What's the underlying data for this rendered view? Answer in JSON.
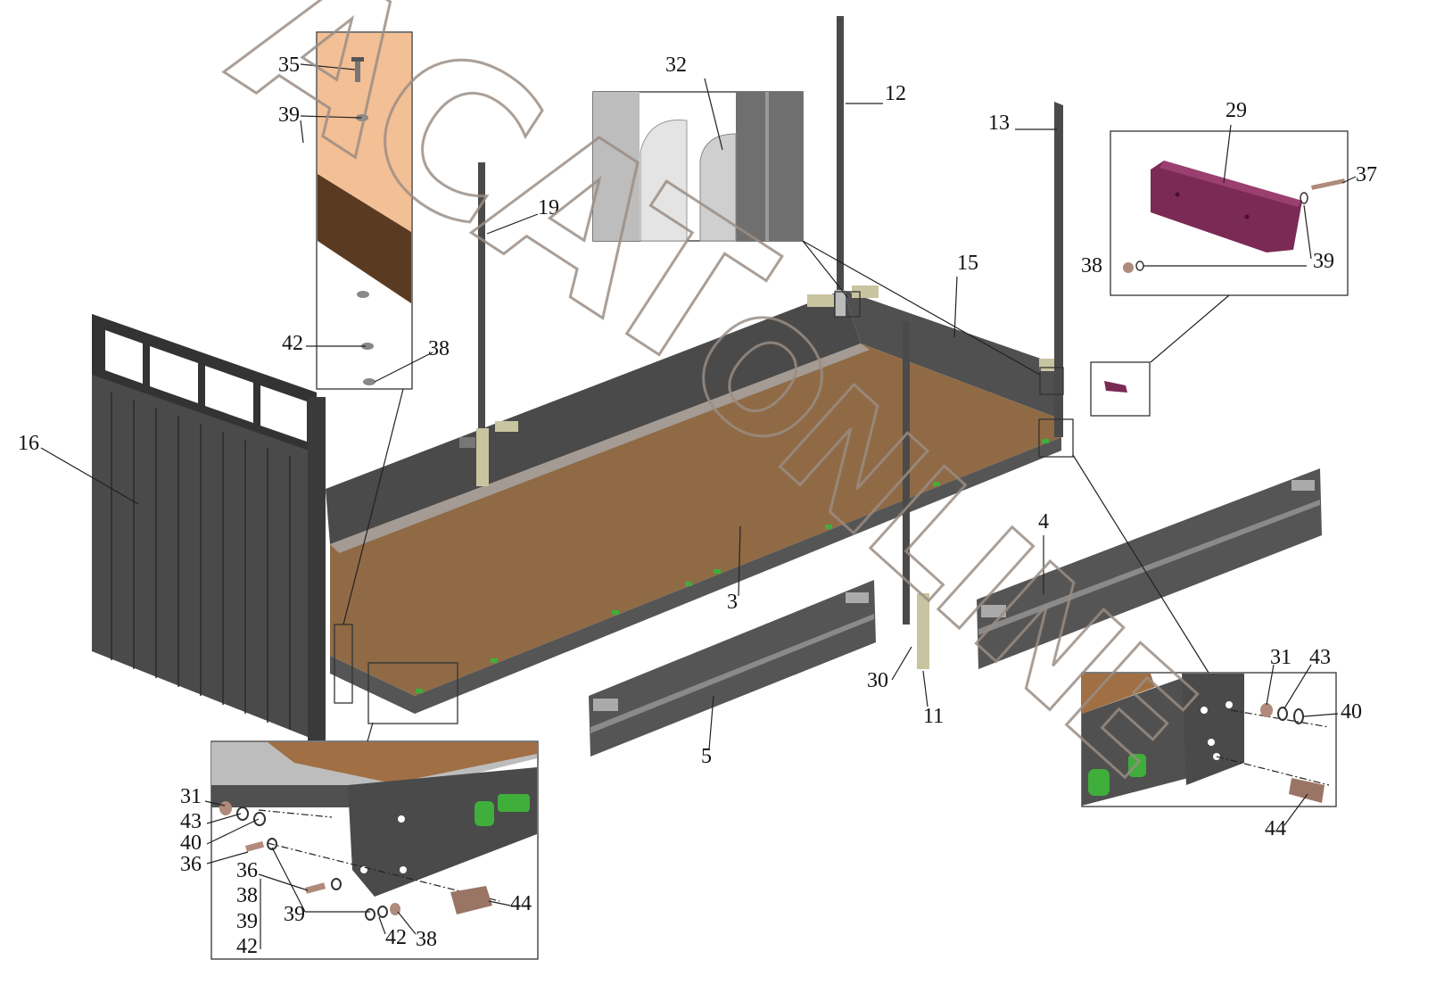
{
  "callouts": [
    {
      "id": "35",
      "label": "35"
    },
    {
      "id": "39a",
      "label": "39"
    },
    {
      "id": "42a",
      "label": "42"
    },
    {
      "id": "38a",
      "label": "38"
    },
    {
      "id": "32",
      "label": "32"
    },
    {
      "id": "12",
      "label": "12"
    },
    {
      "id": "13",
      "label": "13"
    },
    {
      "id": "19",
      "label": "19"
    },
    {
      "id": "15",
      "label": "15"
    },
    {
      "id": "29",
      "label": "29"
    },
    {
      "id": "37",
      "label": "37"
    },
    {
      "id": "38b",
      "label": "38"
    },
    {
      "id": "39b",
      "label": "39"
    },
    {
      "id": "16",
      "label": "16"
    },
    {
      "id": "3",
      "label": "3"
    },
    {
      "id": "4",
      "label": "4"
    },
    {
      "id": "5",
      "label": "5"
    },
    {
      "id": "30",
      "label": "30"
    },
    {
      "id": "11",
      "label": "11"
    },
    {
      "id": "31a",
      "label": "31"
    },
    {
      "id": "43a",
      "label": "43"
    },
    {
      "id": "40a",
      "label": "40"
    },
    {
      "id": "44a",
      "label": "44"
    },
    {
      "id": "31b",
      "label": "31"
    },
    {
      "id": "43b",
      "label": "43"
    },
    {
      "id": "40b",
      "label": "40"
    },
    {
      "id": "36a",
      "label": "36"
    },
    {
      "id": "36b",
      "label": "36"
    },
    {
      "id": "38c",
      "label": "38"
    },
    {
      "id": "39c",
      "label": "39"
    },
    {
      "id": "42b",
      "label": "42"
    },
    {
      "id": "39d",
      "label": "39"
    },
    {
      "id": "42c",
      "label": "42"
    },
    {
      "id": "38d",
      "label": "38"
    },
    {
      "id": "44b",
      "label": "44"
    }
  ],
  "watermark": {
    "text_top": "ACAT",
    "text_diag": "ONLINE"
  },
  "colors": {
    "steel": "#4a4a4a",
    "steel_dark": "#333333",
    "floor": "#8f6a45",
    "bumper": "#7a2a55",
    "plug": "#3fae3a",
    "bolt": "#8a6a5a",
    "watermark": "#9a8d84"
  }
}
